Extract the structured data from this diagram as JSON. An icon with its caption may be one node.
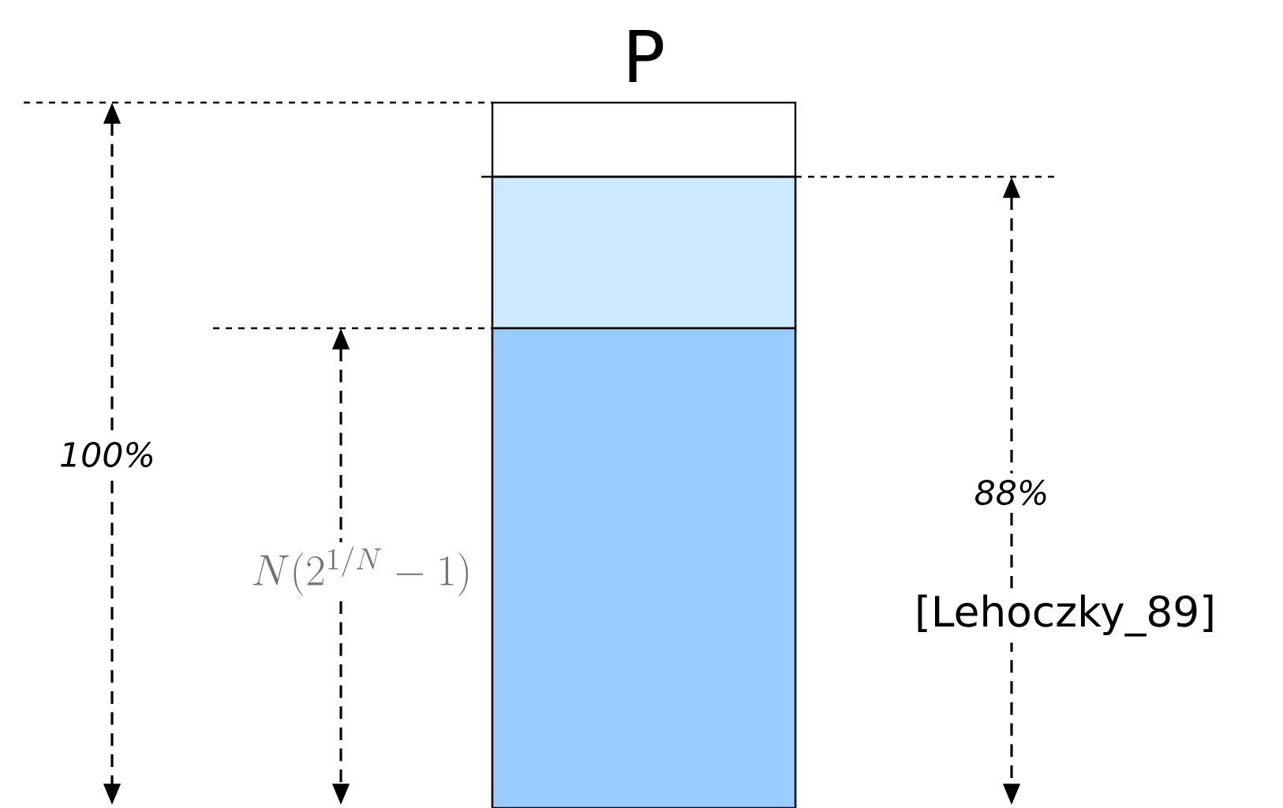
{
  "diagram": {
    "nodes": [
      {
        "text": [
          "P"
        ]
      },
      {
        "text": [],
        "shape": "box",
        "in": 0
      },
      {
        "text": [],
        "shape": "box",
        "in": 0
      }
    ],
    "labels": [
      "100%",
      "N(2^{1/N} - 1)",
      "88%",
      "[Lehoczky_89]"
    ]
  }
}
